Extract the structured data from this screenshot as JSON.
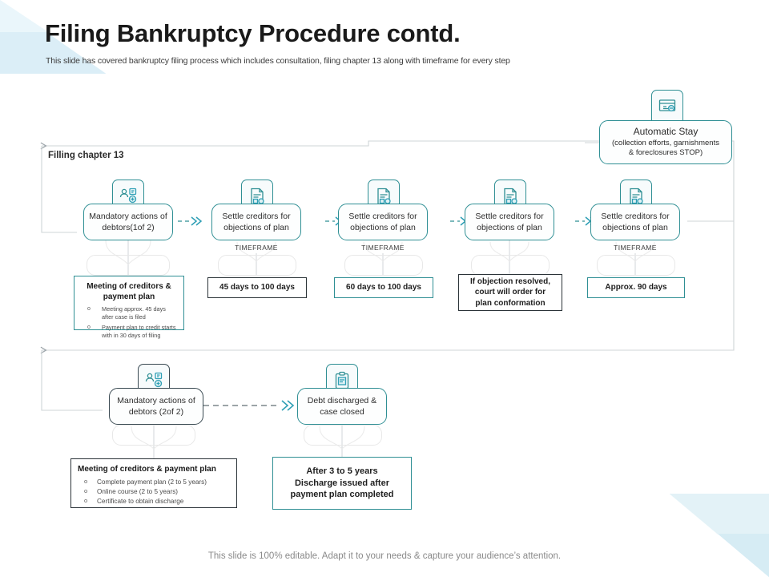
{
  "header": {
    "title": "Filing Bankruptcy Procedure contd.",
    "subtitle": "This slide has covered bankruptcy filing process which includes consultation, filing chapter 13 along with timeframe for every  step"
  },
  "footer": {
    "note": "This slide is 100% editable. Adapt it to your needs & capture your audience’s attention."
  },
  "section_label": "Filling  chapter 13",
  "automatic_stay": {
    "icon": "auto-stay-icon",
    "line1": "Automatic Stay",
    "line2": "(collection efforts, garnishments",
    "line3": "& foreclosures STOP)"
  },
  "row1": {
    "nodes": [
      {
        "icon": "consultation-icon",
        "line1": "Mandatory actions of",
        "line2": "debtors(1of 2)"
      },
      {
        "icon": "document-settle-icon",
        "line1": "Settle creditors for",
        "line2": "objections of plan",
        "timeframe": "TIMEFRAME"
      },
      {
        "icon": "document-settle-icon",
        "line1": "Settle creditors for",
        "line2": "objections of plan",
        "timeframe": "TIMEFRAME"
      },
      {
        "icon": "document-settle-icon",
        "line1": "Settle creditors for",
        "line2": "objections of plan",
        "timeframe": ""
      },
      {
        "icon": "document-settle-icon",
        "line1": "Settle creditors for",
        "line2": "objections of plan",
        "timeframe": "TIMEFRAME"
      }
    ],
    "details": [
      {
        "kind": "bullets",
        "title_line1": "Meeting of creditors &",
        "title_line2": "payment plan",
        "bullets": [
          "Meeting  approx.  45 days after  case is filed",
          "Payment  plan to credit starts with in 30 days of filing"
        ]
      },
      {
        "kind": "value",
        "text": "45 days to 100 days"
      },
      {
        "kind": "value",
        "text": "60 days to 100 days"
      },
      {
        "kind": "value",
        "line1": "If objection resolved,",
        "line2": "court will order for",
        "line3": "plan conformation"
      },
      {
        "kind": "value",
        "text": "Approx. 90 days"
      }
    ]
  },
  "row2": {
    "nodes": [
      {
        "icon": "consultation-icon",
        "line1": "Mandatory actions of",
        "line2": "debtors (2of 2)"
      },
      {
        "icon": "clipboard-check-icon",
        "line1": "Debt discharged &",
        "line2": "case closed"
      }
    ],
    "details": [
      {
        "kind": "bullets",
        "title": "Meeting of creditors & payment plan",
        "bullets": [
          "Complete payment plan (2 to 5 years)",
          "Online course (2 to 5 years)",
          "Certificate to obtain discharge"
        ]
      },
      {
        "kind": "value",
        "line1": "After 3 to 5 years",
        "line2": "Discharge issued after",
        "line3": "payment plan completed"
      }
    ]
  },
  "colors": {
    "accent": "#2f8f94",
    "dark": "#2b3338",
    "decor": "#dbeef7",
    "title": "#1a1a1a",
    "muted": "#8a8a8a"
  }
}
